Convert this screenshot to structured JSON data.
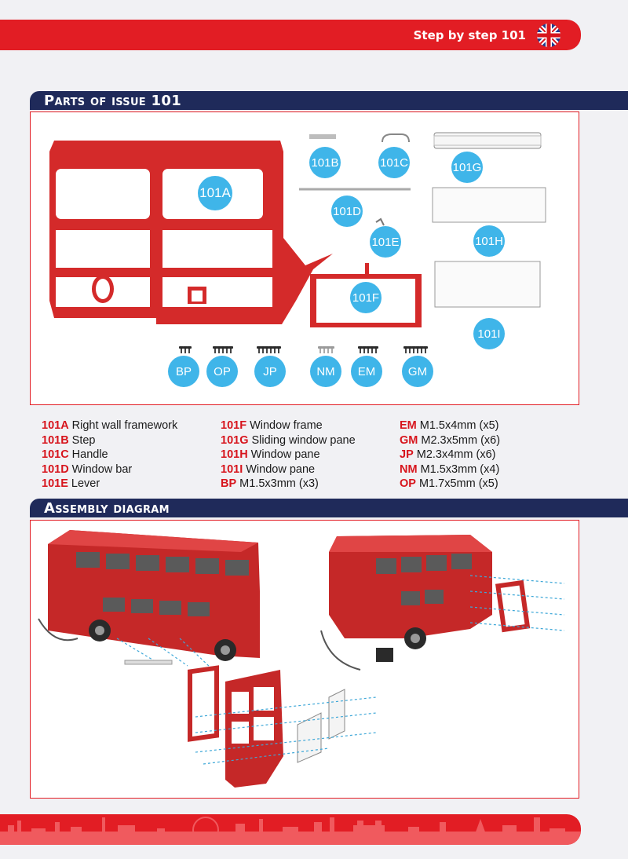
{
  "header": {
    "title": "Step by step 101",
    "flag_icon": "uk-flag-icon"
  },
  "parts_section": {
    "title": "Parts of issue 101",
    "labels": {
      "a": "101A",
      "b": "101B",
      "c": "101C",
      "d": "101D",
      "e": "101E",
      "f": "101F",
      "g": "101G",
      "h": "101H",
      "i": "101I",
      "bp": "BP",
      "op": "OP",
      "jp": "JP",
      "nm": "NM",
      "em": "EM",
      "gm": "GM"
    }
  },
  "legend": {
    "col1": [
      {
        "code": "101A",
        "text": "Right wall framework"
      },
      {
        "code": "101B",
        "text": "Step"
      },
      {
        "code": "101C",
        "text": "Handle"
      },
      {
        "code": "101D",
        "text": "Window bar"
      },
      {
        "code": "101E",
        "text": "Lever"
      }
    ],
    "col2": [
      {
        "code": "101F",
        "text": "Window frame"
      },
      {
        "code": "101G",
        "text": "Sliding window pane"
      },
      {
        "code": "101H",
        "text": "Window pane"
      },
      {
        "code": "101I",
        "text": "Window pane"
      },
      {
        "code": "BP",
        "text": "M1.5x3mm (x3)"
      }
    ],
    "col3": [
      {
        "code": "EM",
        "text": "M1.5x4mm (x5)"
      },
      {
        "code": "GM",
        "text": "M2.3x5mm (x6)"
      },
      {
        "code": "JP",
        "text": "M2.3x4mm (x6)"
      },
      {
        "code": "NM",
        "text": "M1.5x3mm (x4)"
      },
      {
        "code": "OP",
        "text": "M1.7x5mm (x5)"
      }
    ]
  },
  "assembly_section": {
    "title": "Assembly diagram"
  },
  "colors": {
    "brand_red": "#e21d24",
    "navy": "#1f2a5a",
    "badge_blue": "#3fb5e9",
    "part_red": "#d42a2a"
  }
}
